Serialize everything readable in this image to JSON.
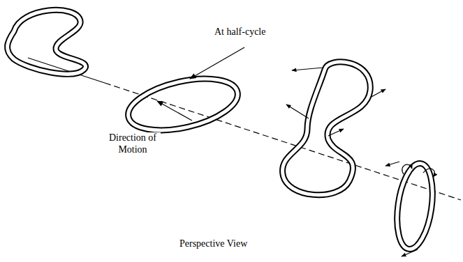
{
  "diagram": {
    "labels": [
      "At half-cycle",
      "Direction of Motion",
      "Perspective View"
    ]
  }
}
